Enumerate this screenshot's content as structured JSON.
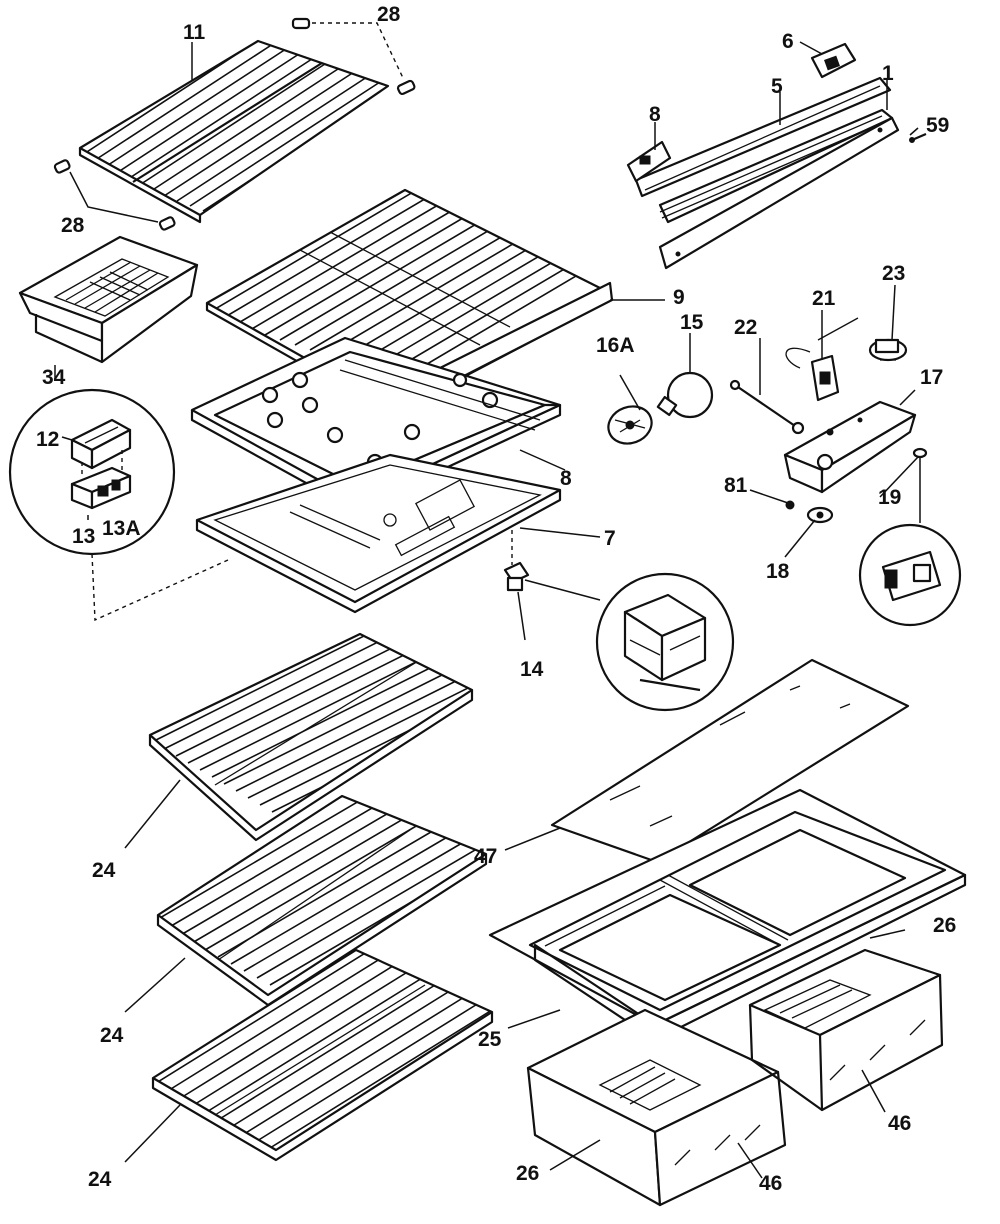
{
  "callouts": {
    "c11": "11",
    "c28_top": "28",
    "c6": "6",
    "c1": "1",
    "c5": "5",
    "c59": "59",
    "c8_bracket": "8",
    "c28_left": "28",
    "c9": "9",
    "c15": "15",
    "c16a": "16A",
    "c23": "23",
    "c21": "21",
    "c22": "22",
    "c17": "17",
    "c34": "34",
    "c12": "12",
    "c8_frame": "8",
    "c13": "13",
    "c13a": "13A",
    "c7": "7",
    "c81": "81",
    "c19": "19",
    "c18": "18",
    "c14": "14",
    "c24_1": "24",
    "c47": "47",
    "c24_2": "24",
    "c26_right": "26",
    "c25": "25",
    "c46_right": "46",
    "c24_3": "24",
    "c26_bottom": "26",
    "c46_bottom": "46"
  }
}
